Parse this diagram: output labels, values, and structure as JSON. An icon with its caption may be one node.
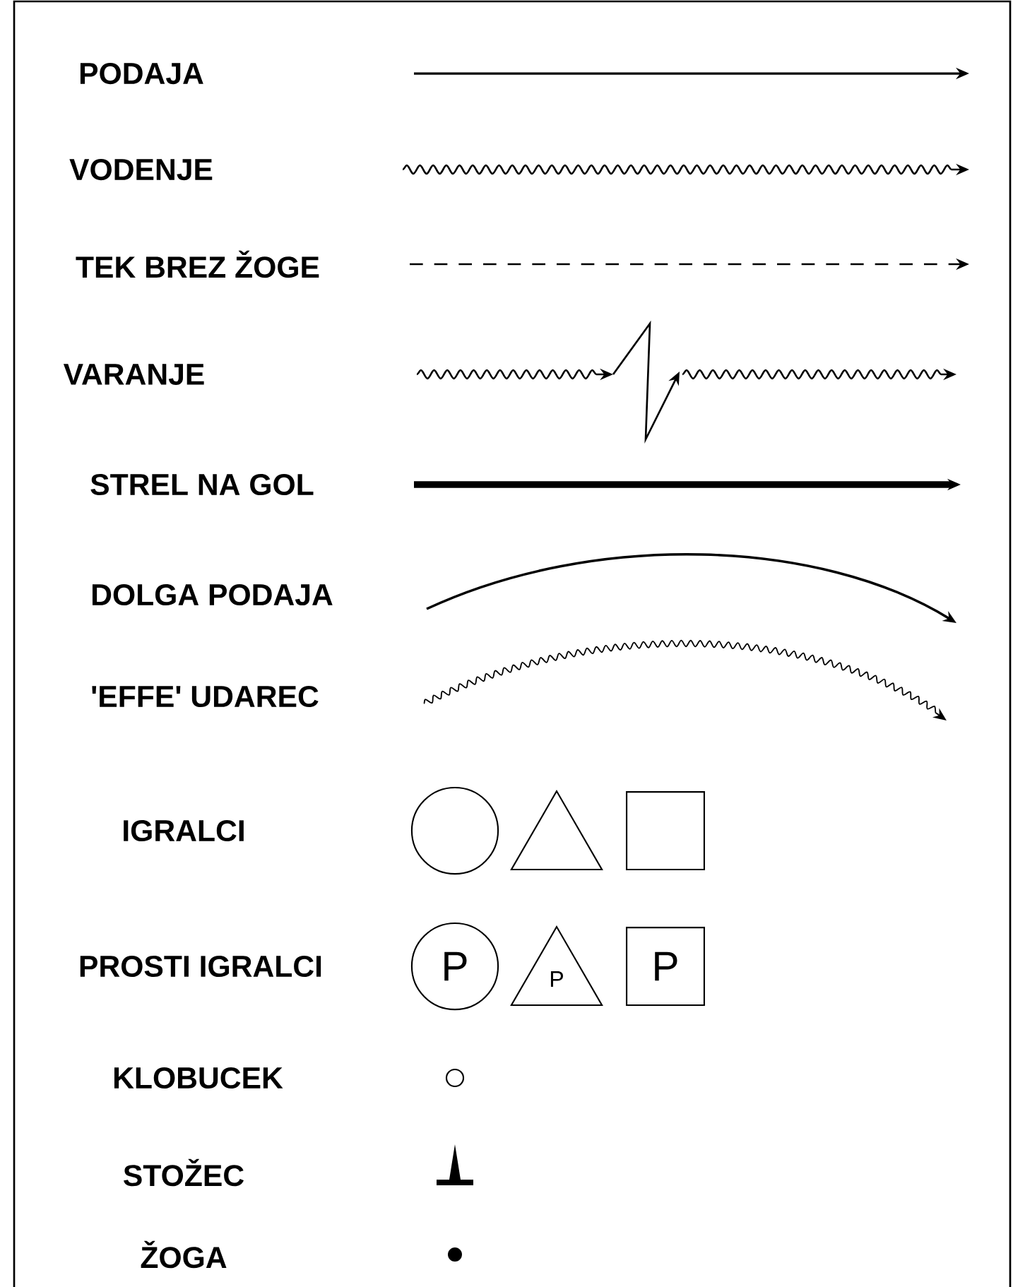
{
  "diagram": {
    "nodes": [
      {
        "text": [],
        "shape": "circle"
      },
      {
        "text": [],
        "shape": "triangle"
      },
      {
        "text": [],
        "shape": "box"
      },
      {
        "text": [
          "P"
        ]
      },
      {
        "text": [
          "P"
        ]
      },
      {
        "text": [
          "P"
        ]
      }
    ],
    "legend": [
      {
        "text": "PODAJA"
      },
      {
        "text": "VODENJE"
      },
      {
        "text": "TEK BREZ ŽOGE"
      },
      {
        "text": "VARANJE"
      },
      {
        "text": "STREL NA GOL"
      },
      {
        "text": "DOLGA PODAJA"
      },
      {
        "text": "'EFFE' UDAREC"
      },
      {
        "text": "IGRALCI"
      },
      {
        "text": "PROSTI IGRALCI"
      },
      {
        "text": "KLOBUCEK"
      },
      {
        "text": "STOŽEC"
      },
      {
        "text": "ŽOGA"
      }
    ]
  }
}
